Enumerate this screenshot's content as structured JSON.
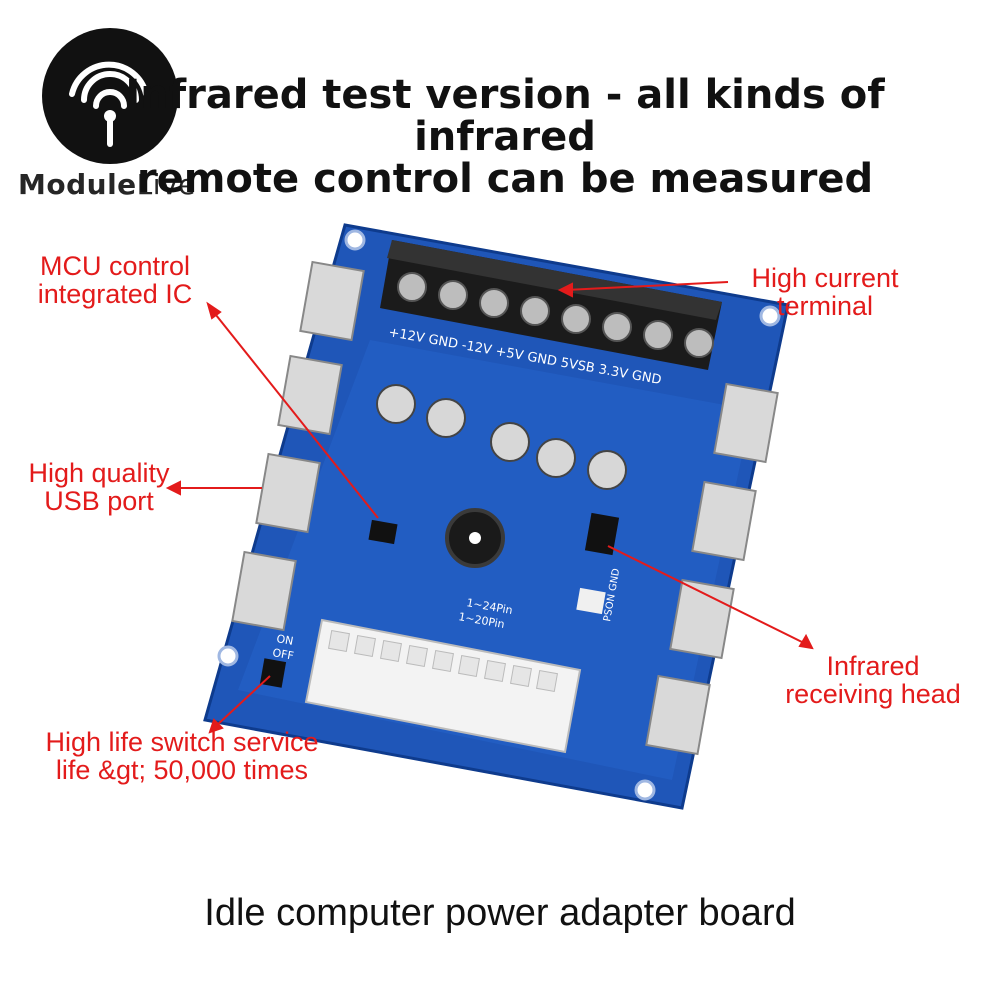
{
  "brand": {
    "name_bold": "Module",
    "name_light": "Live"
  },
  "headline": {
    "line1": "Infrared test version - all kinds of infrared",
    "line2": "remote control can be measured"
  },
  "callouts": {
    "mcu": [
      "MCU control",
      "integrated IC"
    ],
    "current": [
      "High current",
      "terminal"
    ],
    "usb": [
      "High quality",
      "USB port"
    ],
    "infrared": [
      "Infrared",
      "receiving head"
    ],
    "switch": [
      "High life switch service",
      "life &gt; 50,000 times"
    ]
  },
  "board_labels": {
    "rails": "+12V GND -12V +5V GND 5VSB 3.3V GND",
    "v12": "+12V",
    "vn12": "-12V",
    "v5": "+5V",
    "v5sb": "5VSB",
    "v33": "3.3V",
    "pin24": "1~24Pin",
    "pin20": "1~20Pin",
    "on": "ON",
    "off": "OFF",
    "pson": "PSON GND"
  },
  "caption": "Idle computer power adapter board",
  "colors": {
    "board": "#1f56b8",
    "callout": "#e31b1b",
    "text": "#111111"
  }
}
